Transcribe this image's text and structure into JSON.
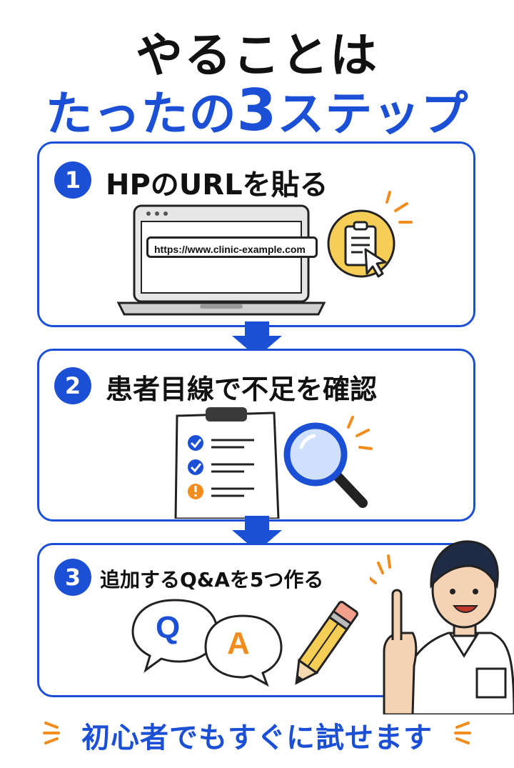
{
  "title": {
    "line1": "やることは",
    "line2_prefix": "たったの",
    "line2_num": "3",
    "line2_suffix": "ステップ"
  },
  "steps": [
    {
      "num": "1",
      "label": "HPのURLを貼る"
    },
    {
      "num": "2",
      "label": "患者目線で不足を確認"
    },
    {
      "num": "3",
      "label": "追加するQ&Aを5つ作る"
    }
  ],
  "url_text": "https://www.clinic-example.com",
  "bubbles": {
    "q": "Q",
    "a": "A"
  },
  "footer": "初心者でもすぐに試せます",
  "colors": {
    "primary": "#1a4fd6",
    "accent_orange": "#f28c1c",
    "accent_yellow": "#f6cd55"
  },
  "icons": [
    "laptop-icon",
    "clipboard-icon",
    "cursor-icon",
    "magnifier-icon",
    "check-icon",
    "alert-icon",
    "pencil-icon",
    "doctor-illustration",
    "down-arrow-icon"
  ]
}
